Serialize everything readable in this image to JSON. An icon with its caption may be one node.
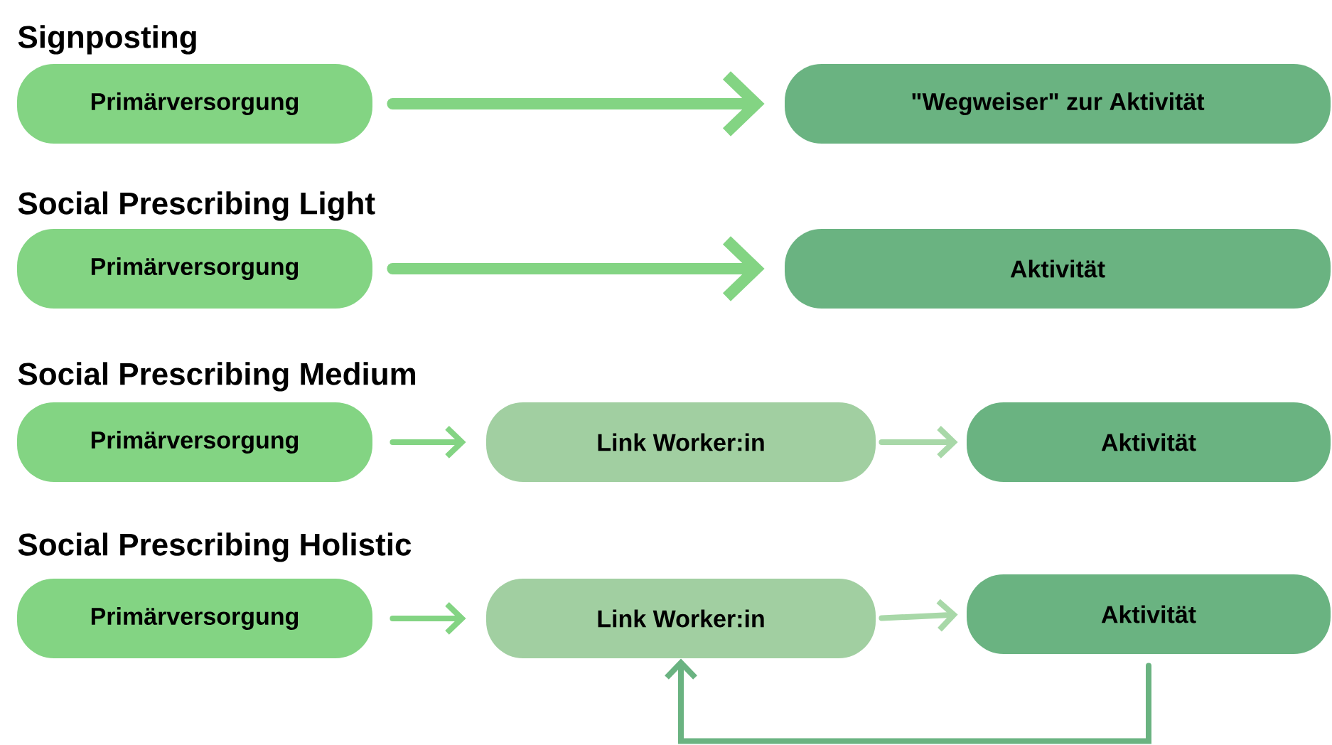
{
  "diagram": {
    "nodes": [
      {
        "text": [
          "Primärversorgung"
        ]
      },
      {
        "text": [
          "\"Wegweiser\" zur Aktivität"
        ]
      },
      {
        "text": [
          "Primärversorgung"
        ]
      },
      {
        "text": [
          "Aktivität"
        ]
      },
      {
        "text": [
          "Primärversorgung"
        ]
      },
      {
        "text": [
          "Link Worker:in"
        ]
      },
      {
        "text": [
          "Aktivität"
        ]
      },
      {
        "text": [
          "Primärversorgung"
        ]
      },
      {
        "text": [
          "Link Worker:in"
        ]
      },
      {
        "text": [
          "Aktivität"
        ]
      }
    ],
    "edges": [
      {
        "from": 0,
        "to": 1,
        "arrow": "to",
        "style": "thick"
      },
      {
        "from": 2,
        "to": 3,
        "arrow": "to",
        "style": "thick"
      },
      {
        "from": 4,
        "to": 5,
        "arrow": "to"
      },
      {
        "from": 5,
        "to": 6,
        "arrow": "to",
        "color": "#a8d8a8"
      },
      {
        "from": 7,
        "to": 8,
        "arrow": "to"
      },
      {
        "from": 8,
        "to": 9,
        "arrow": "to",
        "color": "#a8d8a8"
      },
      {
        "from": 9,
        "to": 8,
        "arrow": "to",
        "color": "#6ab381"
      }
    ],
    "labels": [
      "Signposting",
      "Social Prescribing Light",
      "Social Prescribing Medium",
      "Social Prescribing Holistic"
    ]
  }
}
